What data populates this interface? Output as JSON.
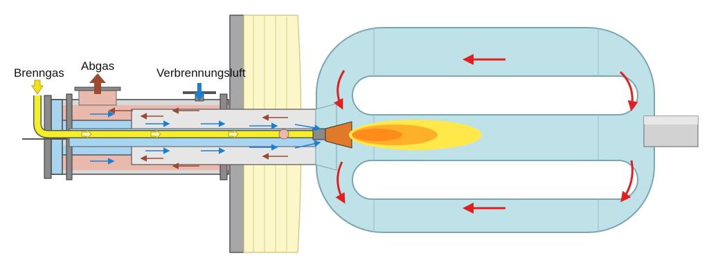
{
  "labels": {
    "fuel_gas": "Brenngas",
    "flue_gas": "Abgas",
    "combustion_air": "Verbrennungsluft"
  },
  "colors": {
    "fuel": "#f5ee2a",
    "fuel_inlet_arrow": "#f2e21e",
    "flue_gas_arrow": "#9b4a33",
    "air_arrow": "#1b7fd1",
    "flow_arrow": "#e02020",
    "radiant_tube_fill": "#bfe1e8",
    "radiant_tube_stroke": "#7aa6b2",
    "air_channel": "#a8d4f0",
    "exhaust_channel": "#e9b9ad",
    "insulation": "#fbf7c8",
    "wall": "#a7a7a7",
    "flame_core": "#ff8b1a",
    "flame_mid": "#ffb02a",
    "flame_outer": "#ffe94a"
  },
  "icons": {
    "fuel_inlet": "arrow-down-icon",
    "flue_gas_outlet": "arrow-up-icon",
    "air_inlet": "arrow-down-icon",
    "recirculation": "curved-arrow-icon",
    "flow_direction": "arrow-left-icon"
  }
}
